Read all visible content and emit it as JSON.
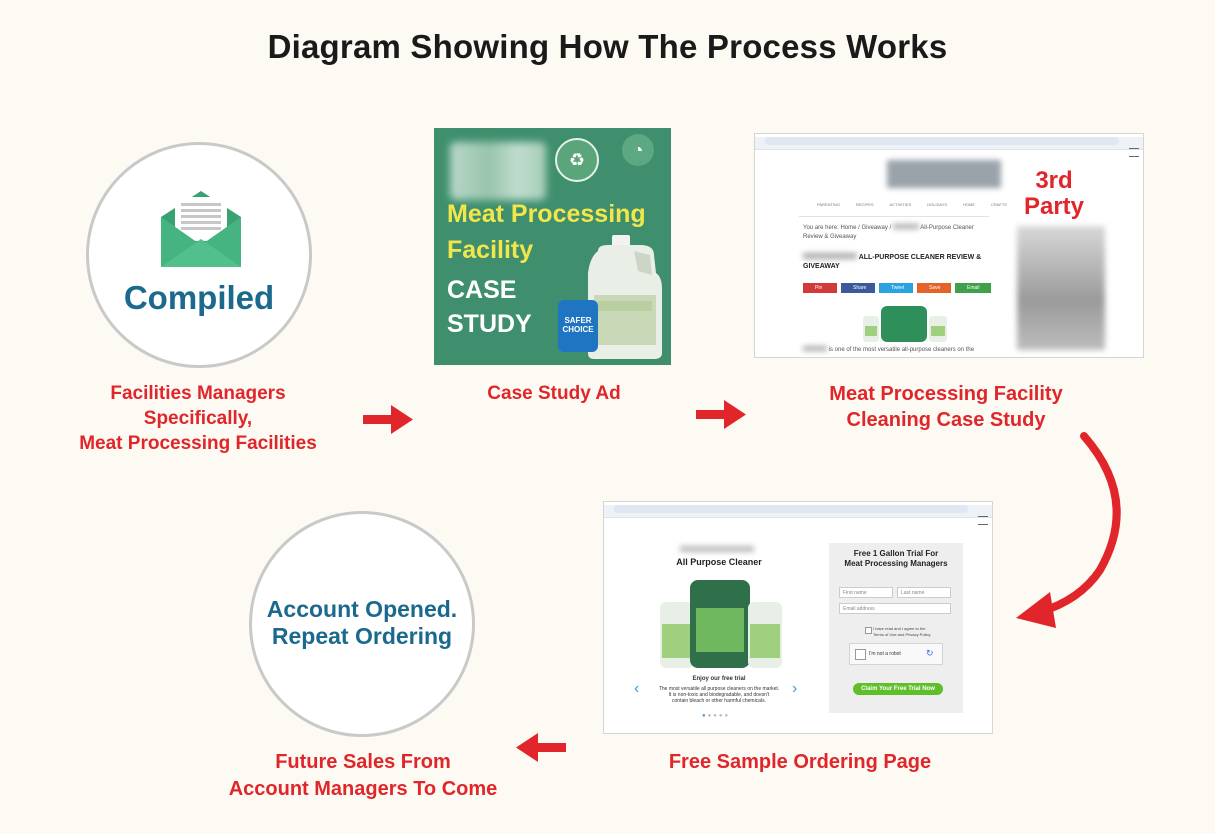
{
  "title": "Diagram Showing How The Process Works",
  "steps": {
    "compiled": {
      "badge": "Compiled",
      "label": [
        "Facilities Managers",
        "Specifically,",
        "Meat  Processing Facilities"
      ]
    },
    "ad": {
      "label": "Case Study Ad",
      "lines": [
        "Meat Processing",
        "Facility",
        "CASE",
        "STUDY"
      ],
      "badge": [
        "SAFER",
        "CHOICE"
      ]
    },
    "article": {
      "label": [
        "Meat Processing Facility",
        "Cleaning Case Study"
      ],
      "overlay": [
        "3rd",
        "Party"
      ],
      "nav": [
        "PARENTING",
        "RECIPES",
        "ACTIVITIES",
        "HOLIDAYS",
        "HOME",
        "CRAFTS"
      ],
      "breadcrumb": "You are here: Home / Giveaway /",
      "breadcrumb_tail": "All-Purpose Cleaner",
      "breadcrumb_line2": "Review & Giveaway",
      "headline": "ALL-PURPOSE CLEANER REVIEW &",
      "headline2": "GIVEAWAY",
      "share": [
        "Pin",
        "Share",
        "Tweet",
        "Save",
        "Email"
      ],
      "body": "is one of the most versatile all-purpose cleaners on the"
    },
    "order": {
      "label": "Free Sample Ordering Page",
      "product_title": "All Purpose Cleaner",
      "enjoy": "Enjoy our free trial",
      "desc": [
        "The most versatile all purpose cleaners on the market.",
        "It is non-toxic and biodegradable, and doesn't",
        "contain bleach or other harmful chemicals."
      ],
      "form_title": [
        "Free 1 Gallon Trial For",
        "Meat Processing Managers"
      ],
      "first_name": "First name",
      "last_name": "Last name",
      "email": "Email address",
      "terms": "I have read and I agree to the",
      "terms2": "Terms of Use and Privacy Policy.",
      "robot": "I'm not a robot",
      "cta": "Claim Your Free Trial Now"
    },
    "account": {
      "badge": [
        "Account Opened.",
        "Repeat Ordering"
      ],
      "label": [
        "Future Sales From",
        "Account Managers To Come"
      ]
    }
  },
  "colors": {
    "red": "#e0262a",
    "blue": "#1b6a8e",
    "green": "#3f8f6e",
    "bg": "#fdfaf3"
  }
}
